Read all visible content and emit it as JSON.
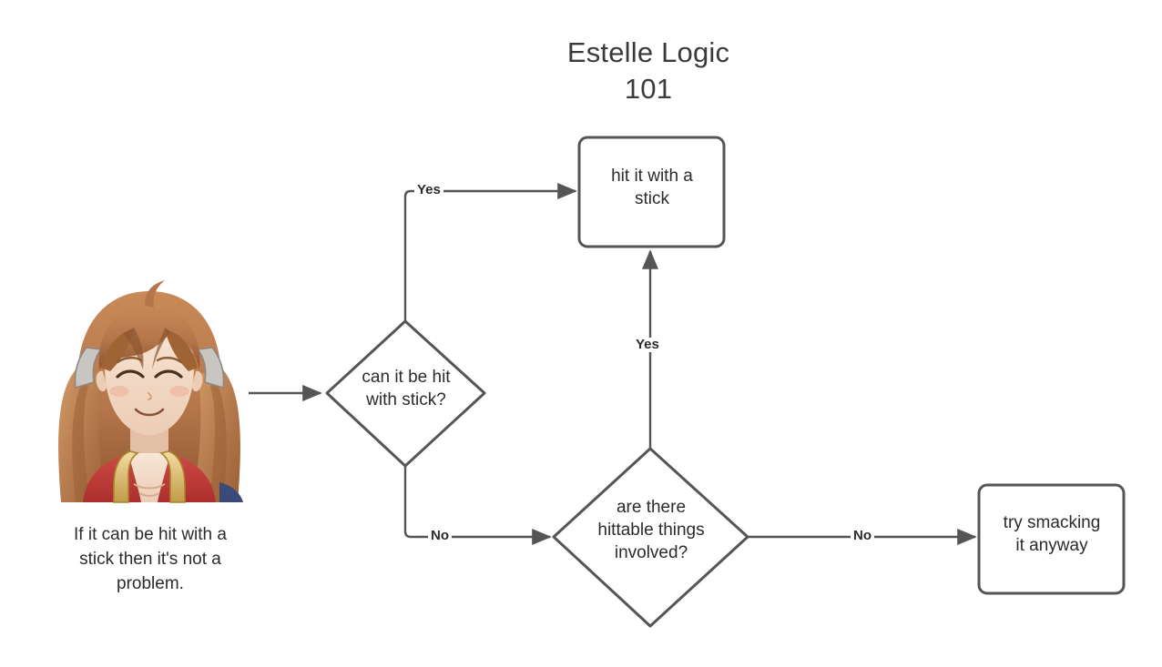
{
  "title": {
    "text": "Estelle Logic\n101"
  },
  "nodes": [
    {
      "id": "hit-with-stick",
      "shape": "rounded-rect",
      "label": "hit it with a\nstick"
    },
    {
      "id": "can-it-be-hit",
      "shape": "diamond",
      "label": "can it be hit\nwith stick?"
    },
    {
      "id": "hittable-things",
      "shape": "diamond",
      "label": "are there\nhittable things\ninvolved?"
    },
    {
      "id": "try-smacking",
      "shape": "rounded-rect",
      "label": "try smacking\nit anyway"
    }
  ],
  "edges": [
    {
      "id": "input-to-decision",
      "label": "",
      "from": "portrait",
      "to": "can-it-be-hit"
    },
    {
      "id": "yes-top",
      "label": "Yes",
      "from": "can-it-be-hit",
      "to": "hit-with-stick"
    },
    {
      "id": "no-left",
      "label": "No",
      "from": "can-it-be-hit",
      "to": "hittable-things"
    },
    {
      "id": "yes-mid",
      "label": "Yes",
      "from": "hittable-things",
      "to": "hit-with-stick"
    },
    {
      "id": "no-right",
      "label": "No",
      "from": "hittable-things",
      "to": "try-smacking"
    }
  ],
  "portrait": {
    "alt": "smiling anime girl with orange twin-tail hair, closed eyes, gold collar and red top",
    "colors": {
      "hair": "#b5764a",
      "hair_dark": "#7a4326",
      "hair_light": "#d8a070",
      "skin": "#f3ddcb",
      "skin_shadow": "#e2bfa5",
      "collar": "#e8c97a",
      "collar_dark": "#c09c4a",
      "shirt": "#c43b38",
      "accent_blue": "#3a4a7a",
      "line": "#5a3a28"
    }
  },
  "caption": {
    "text": "If it can be hit with a\nstick then it's not a\nproblem."
  },
  "theme": {
    "background": "#ffffff",
    "stroke": "#555555",
    "text": "#2b2b2b",
    "title_text": "#3a3a3a"
  }
}
